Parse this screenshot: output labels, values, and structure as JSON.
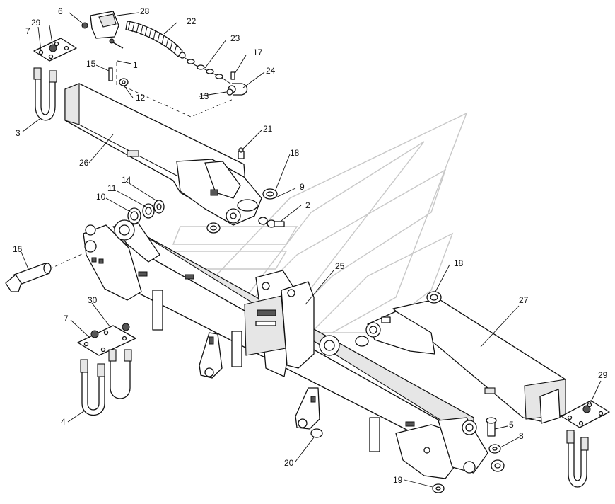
{
  "diagram": {
    "callouts": [
      {
        "id": "c1",
        "label": "1"
      },
      {
        "id": "c2",
        "label": "2"
      },
      {
        "id": "c3",
        "label": "3"
      },
      {
        "id": "c4",
        "label": "4"
      },
      {
        "id": "c5",
        "label": "5"
      },
      {
        "id": "c6",
        "label": "6"
      },
      {
        "id": "c7a",
        "label": "7"
      },
      {
        "id": "c7b",
        "label": "7"
      },
      {
        "id": "c8",
        "label": "8"
      },
      {
        "id": "c9",
        "label": "9"
      },
      {
        "id": "c10",
        "label": "10"
      },
      {
        "id": "c11",
        "label": "11"
      },
      {
        "id": "c12",
        "label": "12"
      },
      {
        "id": "c13",
        "label": "13"
      },
      {
        "id": "c14",
        "label": "14"
      },
      {
        "id": "c15",
        "label": "15"
      },
      {
        "id": "c16",
        "label": "16"
      },
      {
        "id": "c17",
        "label": "17"
      },
      {
        "id": "c18a",
        "label": "18"
      },
      {
        "id": "c18b",
        "label": "18"
      },
      {
        "id": "c19",
        "label": "19"
      },
      {
        "id": "c20",
        "label": "20"
      },
      {
        "id": "c21",
        "label": "21"
      },
      {
        "id": "c22",
        "label": "22"
      },
      {
        "id": "c23",
        "label": "23"
      },
      {
        "id": "c24",
        "label": "24"
      },
      {
        "id": "c25",
        "label": "25"
      },
      {
        "id": "c26",
        "label": "26"
      },
      {
        "id": "c27",
        "label": "27"
      },
      {
        "id": "c28",
        "label": "28"
      },
      {
        "id": "c29a",
        "label": "29"
      },
      {
        "id": "c29b",
        "label": "29"
      },
      {
        "id": "c30",
        "label": "30"
      }
    ]
  }
}
